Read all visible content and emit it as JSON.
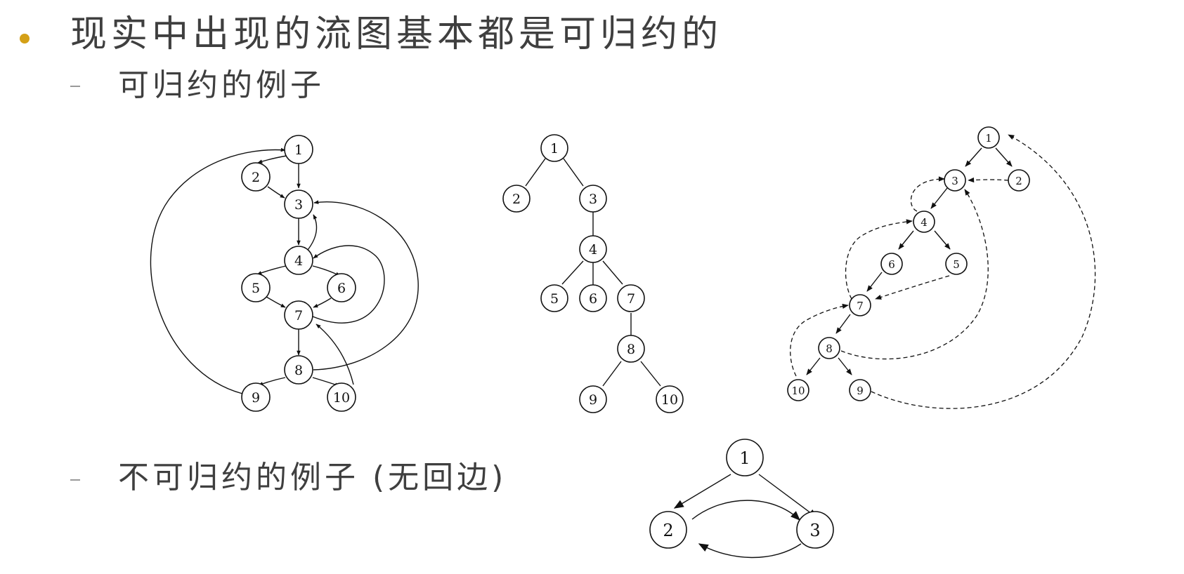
{
  "slide": {
    "heading": "现实中出现的流图基本都是可归约的",
    "bullet_color": "#d4a017",
    "items": [
      {
        "text": "可归约的例子"
      },
      {
        "text": "不可归约的例子 (无回边)"
      }
    ]
  },
  "graphs": {
    "flow_graph": {
      "nodes": [
        "1",
        "2",
        "3",
        "4",
        "5",
        "6",
        "7",
        "8",
        "9",
        "10"
      ],
      "edges": [
        [
          "1",
          "2"
        ],
        [
          "1",
          "3"
        ],
        [
          "2",
          "3"
        ],
        [
          "3",
          "4"
        ],
        [
          "4",
          "3"
        ],
        [
          "4",
          "5"
        ],
        [
          "4",
          "6"
        ],
        [
          "5",
          "7"
        ],
        [
          "6",
          "7"
        ],
        [
          "7",
          "4"
        ],
        [
          "7",
          "8"
        ],
        [
          "8",
          "3"
        ],
        [
          "8",
          "9"
        ],
        [
          "8",
          "10"
        ],
        [
          "9",
          "1"
        ],
        [
          "10",
          "7"
        ]
      ]
    },
    "dominator_tree": {
      "nodes": [
        "1",
        "2",
        "3",
        "4",
        "5",
        "6",
        "7",
        "8",
        "9",
        "10"
      ],
      "edges": [
        [
          "1",
          "2"
        ],
        [
          "1",
          "3"
        ],
        [
          "3",
          "4"
        ],
        [
          "4",
          "5"
        ],
        [
          "4",
          "6"
        ],
        [
          "4",
          "7"
        ],
        [
          "7",
          "8"
        ],
        [
          "8",
          "9"
        ],
        [
          "8",
          "10"
        ]
      ]
    },
    "dfst": {
      "nodes": [
        "1",
        "2",
        "3",
        "4",
        "5",
        "6",
        "7",
        "8",
        "9",
        "10"
      ],
      "tree_edges": [
        [
          "1",
          "3"
        ],
        [
          "1",
          "2"
        ],
        [
          "3",
          "4"
        ],
        [
          "4",
          "6"
        ],
        [
          "4",
          "5"
        ],
        [
          "6",
          "7"
        ],
        [
          "7",
          "8"
        ],
        [
          "8",
          "10"
        ],
        [
          "8",
          "9"
        ]
      ],
      "back_edges": [
        [
          "2",
          "3"
        ],
        [
          "4",
          "3"
        ],
        [
          "5",
          "7"
        ],
        [
          "7",
          "4"
        ],
        [
          "8",
          "3"
        ],
        [
          "9",
          "1"
        ],
        [
          "10",
          "7"
        ]
      ]
    },
    "irreducible": {
      "nodes": [
        "1",
        "2",
        "3"
      ],
      "edges": [
        [
          "1",
          "2"
        ],
        [
          "1",
          "3"
        ],
        [
          "2",
          "3"
        ],
        [
          "3",
          "2"
        ]
      ]
    }
  }
}
